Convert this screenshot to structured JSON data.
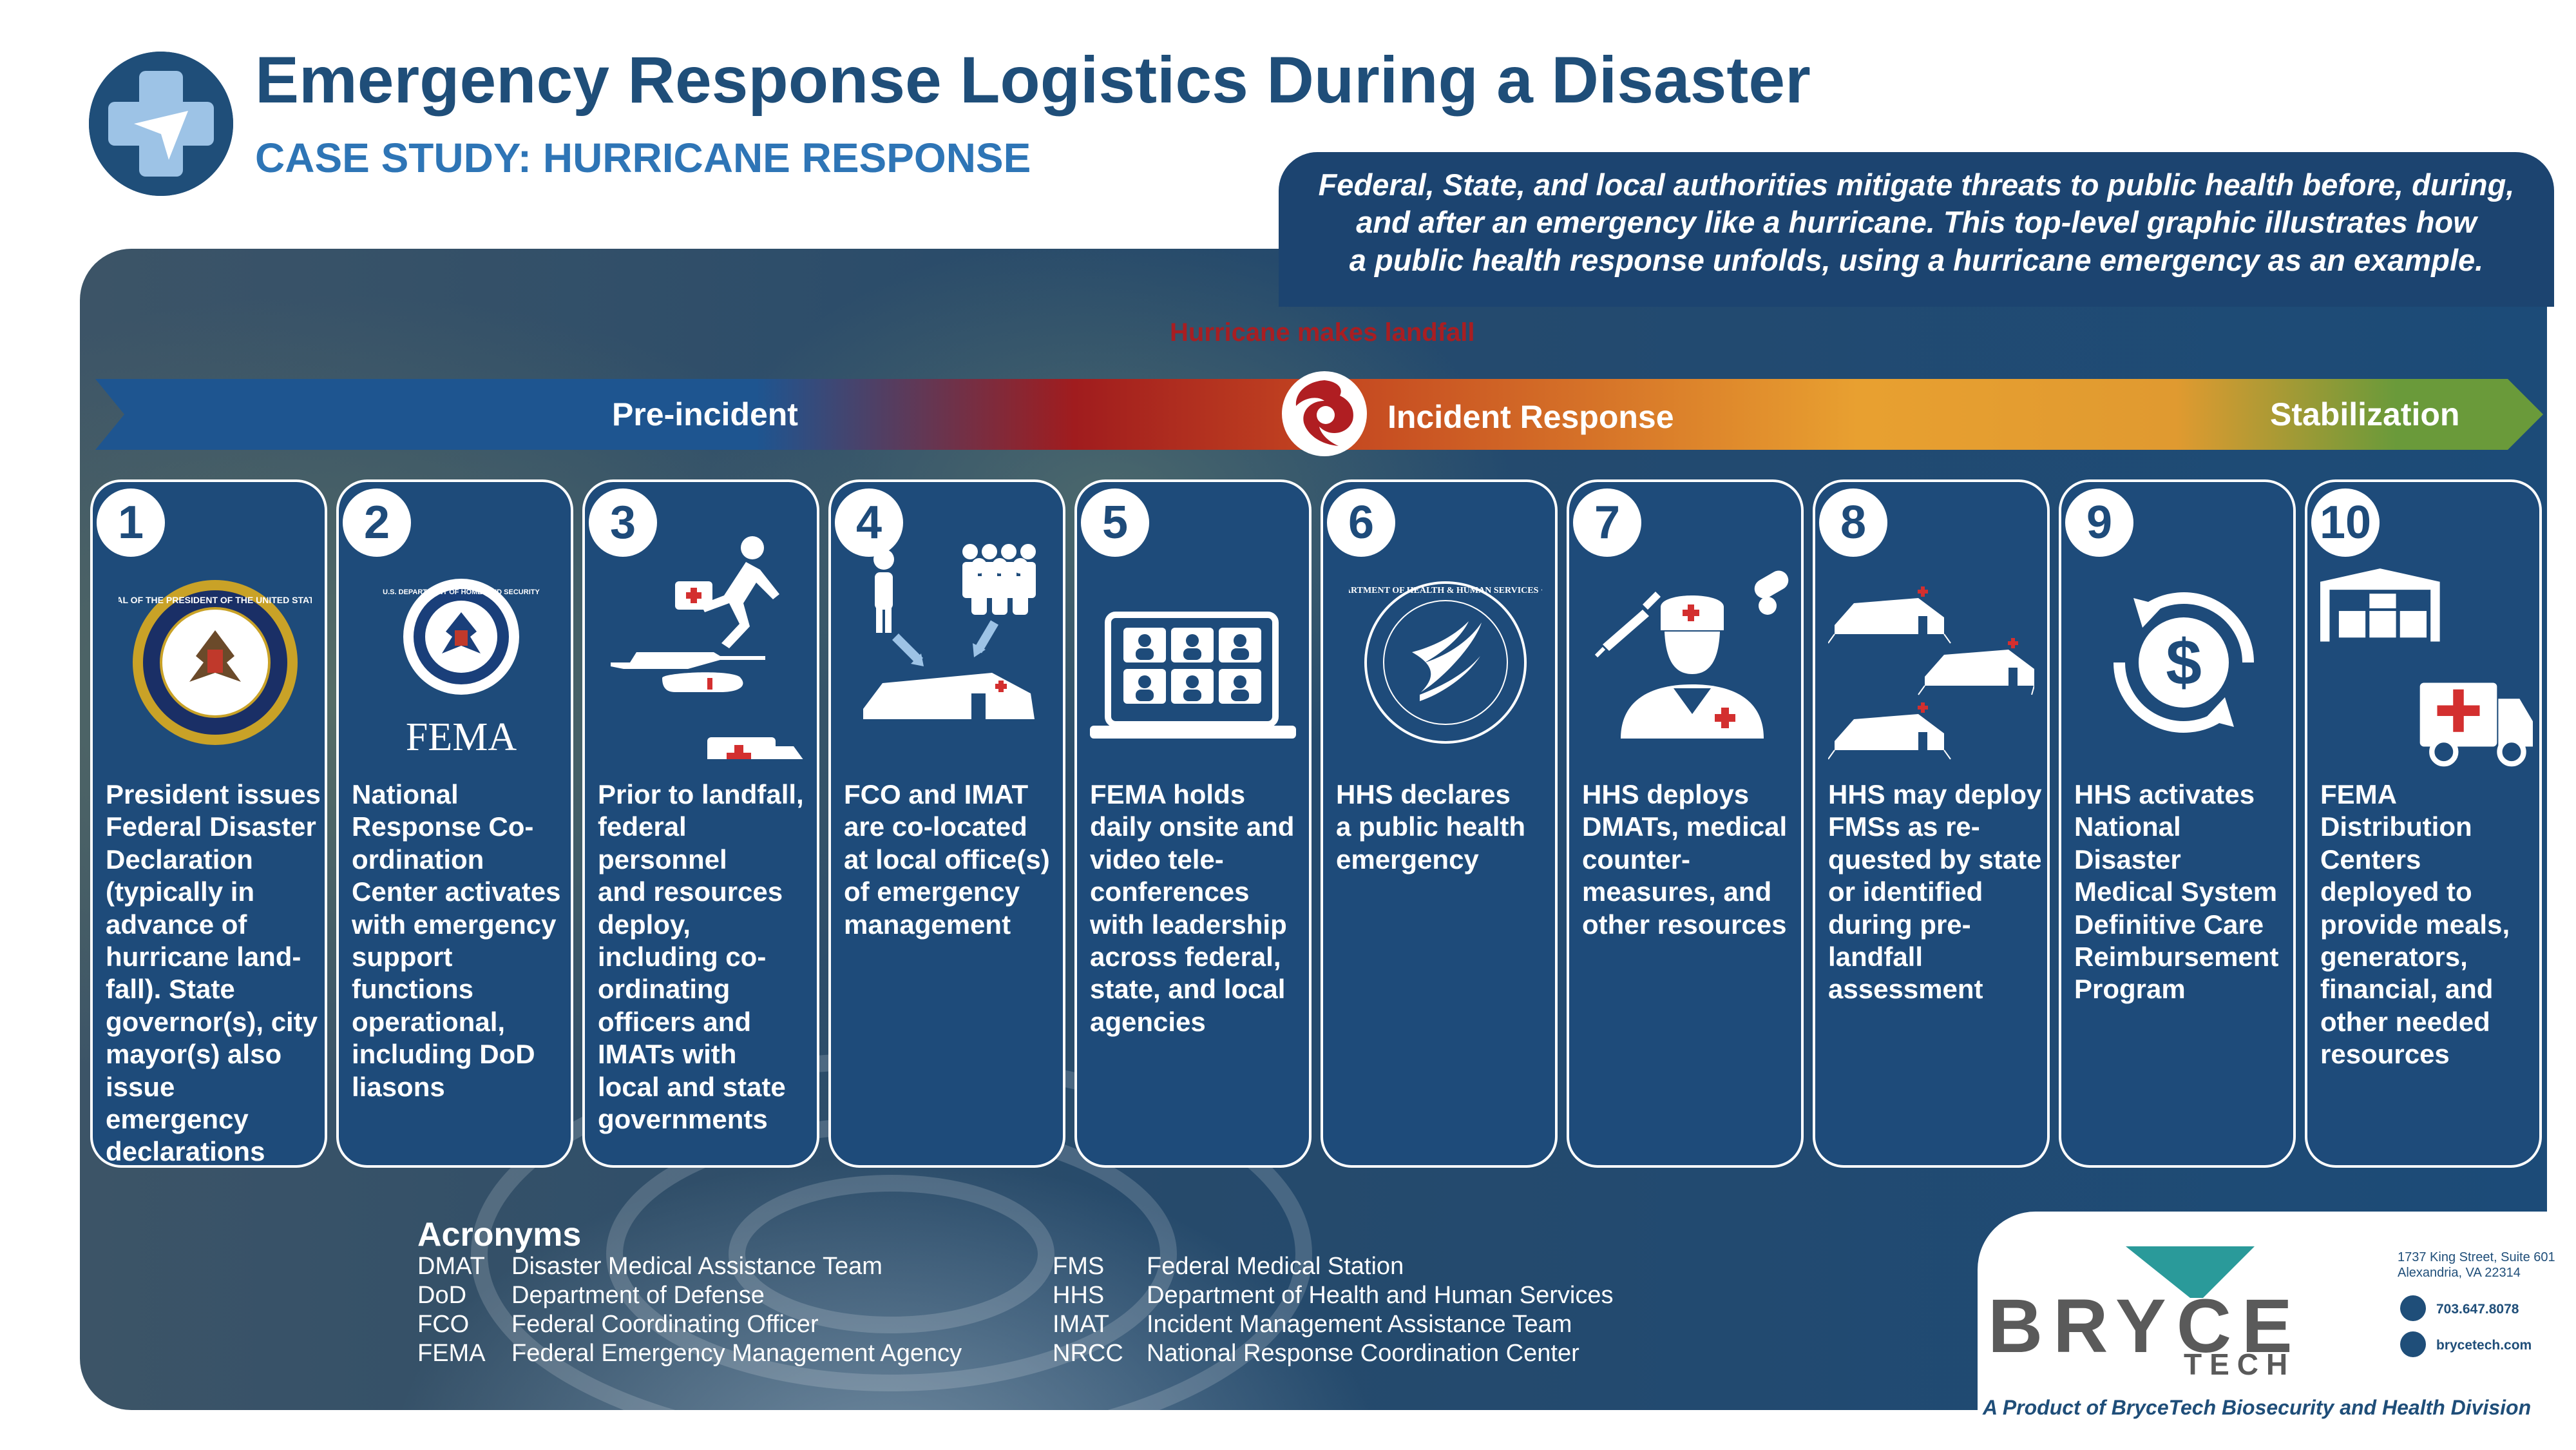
{
  "header": {
    "title": "Emergency Response Logistics During a Disaster",
    "subtitle": "CASE STUDY: HURRICANE RESPONSE",
    "intro_lines": [
      "Federal, State, and local authorities mitigate threats to public health before, during,",
      "and after an emergency like a hurricane. This top-level graphic illustrates how",
      "a public health response unfolds, using a hurricane emergency as an example."
    ]
  },
  "timeline": {
    "landfall_label": "Hurricane makes landfall",
    "phases": [
      "Pre-incident",
      "Incident Response",
      "Stabilization"
    ]
  },
  "steps": [
    {
      "number": "1",
      "icon": "presidential-seal-icon",
      "seal_text": "SEAL OF THE PRESIDENT OF THE UNITED STATES",
      "lines": [
        "President issues",
        "Federal Disaster",
        "Declaration",
        "(typically in",
        "advance of",
        "hurricane land-",
        "fall). State",
        "governor(s), city",
        "mayor(s) also",
        "issue emergency",
        "declarations"
      ]
    },
    {
      "number": "2",
      "icon": "fema-logo-icon",
      "logo_text": "FEMA",
      "seal_text": "U.S. DEPARTMENT OF HOMELAND SECURITY",
      "lines": [
        "National",
        "Response Co-",
        "ordination",
        "Center activates",
        "with emergency",
        "support",
        "functions",
        "operational,",
        "including DoD",
        "liasons"
      ]
    },
    {
      "number": "3",
      "icon": "personnel-deploy-icon",
      "lines": [
        "Prior to landfall,",
        "federal",
        "personnel",
        "and resources",
        "deploy,",
        "including co-",
        "ordinating",
        "officers and",
        "IMATs with",
        "local and state",
        "governments"
      ]
    },
    {
      "number": "4",
      "icon": "people-to-tent-icon",
      "lines": [
        "FCO and IMAT",
        "are co-located",
        "at local office(s)",
        "of emergency",
        "management"
      ]
    },
    {
      "number": "5",
      "icon": "video-conference-icon",
      "lines": [
        "FEMA holds",
        "daily onsite and",
        "video tele-",
        "conferences",
        "with leadership",
        "across federal,",
        "state, and local",
        "agencies"
      ]
    },
    {
      "number": "6",
      "icon": "hhs-seal-icon",
      "seal_text": "DEPARTMENT OF HEALTH & HUMAN SERVICES · USA",
      "lines": [
        "HHS declares",
        "a public health",
        "emergency"
      ]
    },
    {
      "number": "7",
      "icon": "medical-worker-icon",
      "lines": [
        "HHS deploys",
        "DMATs, medical",
        "counter-",
        "measures, and",
        "other resources"
      ]
    },
    {
      "number": "8",
      "icon": "medical-tents-icon",
      "lines": [
        "HHS may deploy",
        "FMSs as re-",
        "quested by state",
        "or identified",
        "during pre-",
        "landfall",
        "assessment"
      ]
    },
    {
      "number": "9",
      "icon": "dollar-cycle-icon",
      "lines": [
        "HHS activates",
        "National Disaster",
        "Medical System",
        "Definitive Care",
        "Reimbursement",
        "Program"
      ]
    },
    {
      "number": "10",
      "icon": "warehouse-truck-icon",
      "lines": [
        "FEMA",
        "Distribution",
        "Centers",
        "deployed to",
        "provide meals,",
        "generators,",
        "financial, and",
        "other needed",
        "resources"
      ]
    }
  ],
  "acronyms": {
    "title": "Acronyms",
    "items": [
      {
        "abbr": "DMAT",
        "full": "Disaster Medical Assistance Team"
      },
      {
        "abbr": "DoD",
        "full": "Department of Defense"
      },
      {
        "abbr": "FCO",
        "full": "Federal Coordinating Officer"
      },
      {
        "abbr": "FEMA",
        "full": "Federal Emergency Management Agency"
      },
      {
        "abbr": "FMS",
        "full": "Federal Medical Station"
      },
      {
        "abbr": "HHS",
        "full": "Department of Health and Human Services"
      },
      {
        "abbr": "IMAT",
        "full": "Incident Management Assistance Team"
      },
      {
        "abbr": "NRCC",
        "full": "National Response Coordination Center"
      }
    ]
  },
  "branding": {
    "company_top": "BRYCE",
    "company_bottom": "TECH",
    "address_line1": "1737 King Street, Suite 601",
    "address_line2": "Alexandria, VA 22314",
    "phone": "703.647.8078",
    "website": "brycetech.com",
    "tagline": "A Product of BryceTech Biosecurity and Health Division"
  },
  "colors": {
    "title_blue": "#1f4e79",
    "card_blue": "#1e4b7a",
    "landfall_red": "#a81e22",
    "response_orange": "#e8a030",
    "stabilization_green": "#6a9a3a",
    "bryce_teal": "#2a9a9a"
  }
}
